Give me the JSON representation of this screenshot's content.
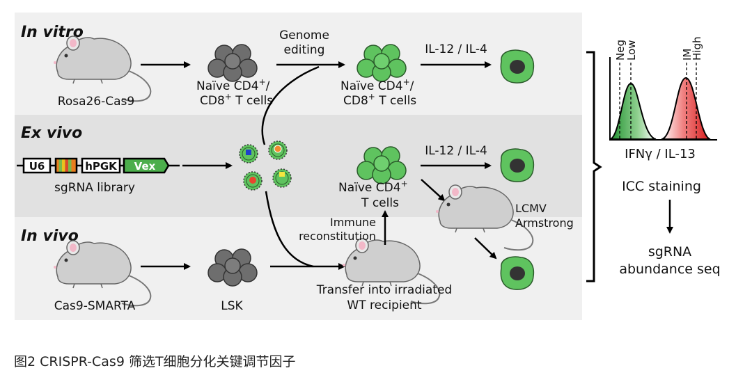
{
  "panels": {
    "in_vitro": "In vitro",
    "ex_vivo": "Ex vivo",
    "in_vivo": "In vivo"
  },
  "labels": {
    "rosa26_cas9": "Rosa26-Cas9",
    "naive_cells_top_1": "Naïve CD4",
    "naive_cells_top_2": "CD8",
    "naive_cells_top_suffix1": "/",
    "naive_cells_top_suffix2": " T cells",
    "plus": "+",
    "genome_editing_1": "Genome",
    "genome_editing_2": "editing",
    "naive_edited_1": "Naïve CD4",
    "naive_edited_2": "CD8",
    "il12_il4_top": "IL-12 / IL-4",
    "il12_il4_mid": "IL-12 / IL-4",
    "u6": "U6",
    "hpgk": "hPGK",
    "vex": "Vex",
    "sgrna_library": "sgRNA library",
    "naive_cd4_mid_1": "Naïve CD4",
    "naive_cd4_mid_2": "T cells",
    "lcmv_1": "LCMV",
    "lcmv_2": "Armstrong",
    "immune_1": "Immune",
    "immune_2": "reconstitution",
    "cas9_smarta": "Cas9-SMARTA",
    "lsk": "LSK",
    "transfer_1": "Transfer into irradiated",
    "transfer_2": "WT recipient",
    "neg": "Neg",
    "low": "Low",
    "im": "IM",
    "high": "High",
    "ifng_il13": "IFNγ / IL-13",
    "icc_staining": "ICC staining",
    "sgrna_seq_1": "sgRNA",
    "sgrna_seq_2": "abundance seq"
  },
  "caption": "图2 CRISPR-Cas9 筛选T细胞分化关键调节因子",
  "colors": {
    "panel_light": "#f0f0f0",
    "panel_dark": "#e1e1e1",
    "cell_green": "#5fc35f",
    "cell_gray": "#6e6e6e",
    "nucleus": "#333333",
    "mouse_gray": "#cfcfcf",
    "vex_green": "#4cae4c"
  }
}
